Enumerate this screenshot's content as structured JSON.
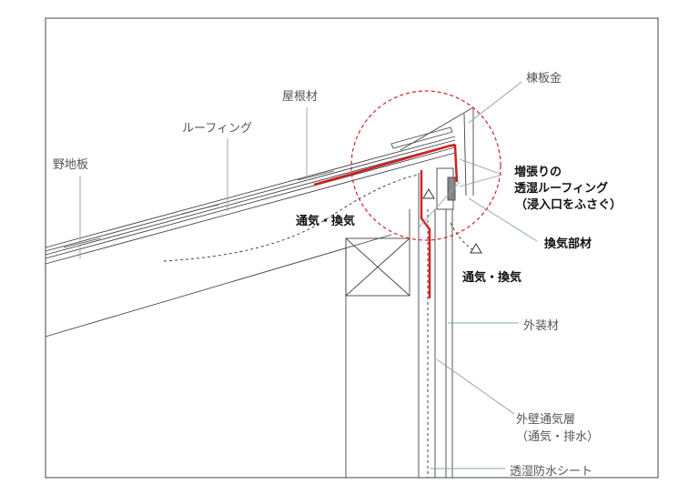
{
  "labels": {
    "nojiita": "野地板",
    "roofing": "ルーフィング",
    "yanezai": "屋根材",
    "munaitakin": "棟板金",
    "extra_roofing_1": "増張りの",
    "extra_roofing_2": "透湿ルーフィング",
    "extra_roofing_3": "（浸入口をふさぐ）",
    "ventilation_roof": "通気・換気",
    "ventilation_part": "換気部材",
    "ventilation_wall": "通気・換気",
    "gaisouzai": "外装材",
    "wall_air_layer_1": "外壁通気層",
    "wall_air_layer_2": "（通気・排水）",
    "moisture_sheet": "透湿防水シート"
  },
  "colors": {
    "accent": "#d42020",
    "line": "#444444",
    "leader": "#8aa0b8"
  }
}
